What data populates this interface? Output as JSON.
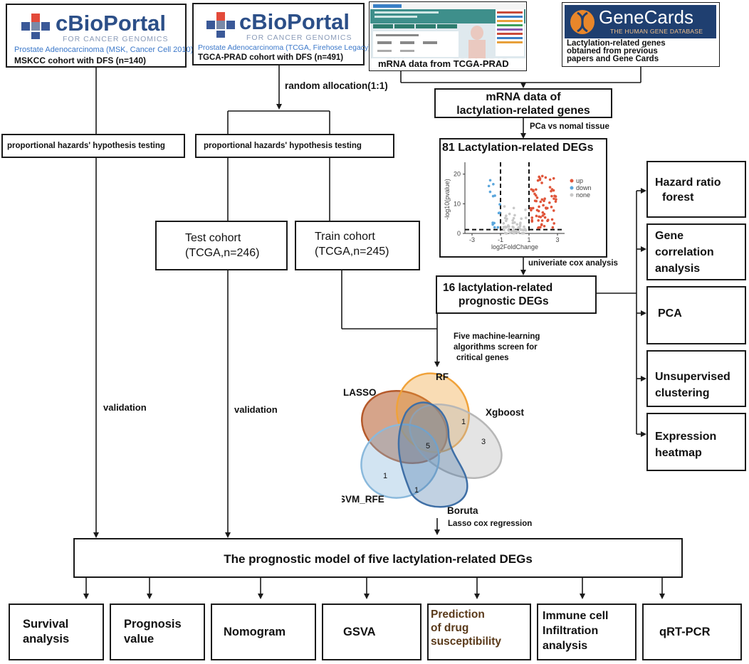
{
  "sources": {
    "mskcc": {
      "brand": "cBioPortal",
      "tagline": "FOR CANCER GENOMICS",
      "study": "Prostate Adenocarcinoma (MSK, Cancer Cell 2010)",
      "caption": "MSKCC cohort with DFS (n=140)"
    },
    "tcga": {
      "brand": "cBioPortal",
      "tagline": "FOR CANCER GENOMICS",
      "study": "Prostate Adenocarcinoma (TCGA, Firehose Legacy)",
      "caption": "TGCA-PRAD cohort with DFS (n=491)"
    },
    "mrna": {
      "caption": "mRNA data from TCGA-PRAD"
    },
    "genecards": {
      "brand": "GeneCards",
      "tagline": "THE HUMAN GENE DATABASE",
      "caption_lines": [
        "Lactylation-related genes",
        "obtained from previous",
        "papers  and Gene Cards"
      ]
    }
  },
  "steps": {
    "random_allocation": "random allocation(1:1)",
    "ph_left": "proportional hazards' hypothesis testing",
    "ph_mid": "proportional hazards' hypothesis testing",
    "mrna_lact_lines": [
      "mRNA data of",
      "lactylation-related genes"
    ],
    "pca_vs": "PCa vs nomal tissue",
    "degs81": "81 Lactylation-related DEGs",
    "univariate": "univeriate cox analysis",
    "degs16_lines": [
      "16  lactylation-related",
      "prognostic DEGs"
    ],
    "test_lines": [
      "Test cohort",
      "(TCGA,n=246)"
    ],
    "train_lines": [
      "Train cohort",
      "(TCGA,n=245)"
    ],
    "ml_lines": [
      "Five machine-learning",
      "algorithms  screen for",
      "critical genes"
    ],
    "validation_left": "validation",
    "validation_mid": "validation",
    "lasso_cox": "Lasso cox regression",
    "model": "The  prognostic model of five lactylation-related  DEGs"
  },
  "volcano": {
    "ylabel": "-log10(pvalue)",
    "xlabel": "log2FoldChange",
    "yticks": [
      "0",
      "10",
      "20"
    ],
    "xticks": [
      "-3",
      "-1",
      "1",
      "3"
    ],
    "legend": [
      {
        "label": "up",
        "color": "#e0553a"
      },
      {
        "label": "down",
        "color": "#5aa6dc"
      },
      {
        "label": "none",
        "color": "#c8c8c8"
      }
    ]
  },
  "right_analyses": [
    {
      "lines": [
        "Hazard ratio",
        "forest"
      ]
    },
    {
      "lines": [
        "Gene",
        "correlation",
        "analysis"
      ]
    },
    {
      "lines": [
        "PCA"
      ]
    },
    {
      "lines": [
        "Unsupervised",
        "clustering"
      ]
    },
    {
      "lines": [
        "Expression",
        "heatmap"
      ]
    }
  ],
  "venn": {
    "sets": [
      {
        "name": "LASSO",
        "color": "#b5592a"
      },
      {
        "name": "RF",
        "color": "#f0a23a"
      },
      {
        "name": "Xgboost",
        "color": "#b7b7b7"
      },
      {
        "name": "SVM_RFE",
        "color": "#8ab9dc"
      },
      {
        "name": "Boruta",
        "color": "#3f6fa6"
      }
    ],
    "counts": [
      "1",
      "3",
      "5",
      "1",
      "1"
    ]
  },
  "outputs": [
    {
      "lines": [
        "Survival",
        "analysis"
      ]
    },
    {
      "lines": [
        "Prognosis",
        "value"
      ]
    },
    {
      "lines": [
        "Nomogram"
      ]
    },
    {
      "lines": [
        "GSVA"
      ]
    },
    {
      "lines": [
        "Prediction",
        "of drug",
        "susceptibility"
      ],
      "color": "#5a3a1a"
    },
    {
      "lines": [
        "Immune cell",
        "Infiltration",
        "analysis"
      ]
    },
    {
      "lines": [
        "qRT-PCR"
      ]
    }
  ]
}
